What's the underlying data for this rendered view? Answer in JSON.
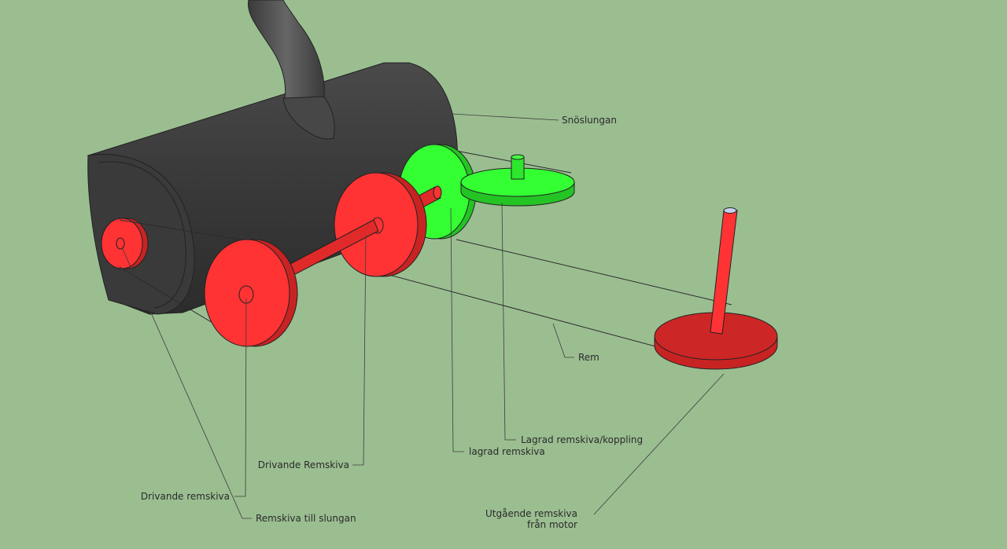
{
  "colors": {
    "background": "#9bbe91",
    "housing": "#3d3d3d",
    "red": "#ff3333",
    "red_dark": "#c82323",
    "green": "#33ff33",
    "green_dark": "#24c424"
  },
  "labels": {
    "snoslungan": "Snöslungan",
    "rem": "Rem",
    "lagrad_koppling": "Lagrad remskiva/koppling",
    "lagrad": "lagrad remskiva",
    "drivande_stor": "Drivande Remskiva",
    "drivande_liten": "Drivande remskiva",
    "till_slungan": "Remskiva till slungan",
    "utgaende_1": "Utgående remskiva",
    "utgaende_2": "från motor"
  }
}
